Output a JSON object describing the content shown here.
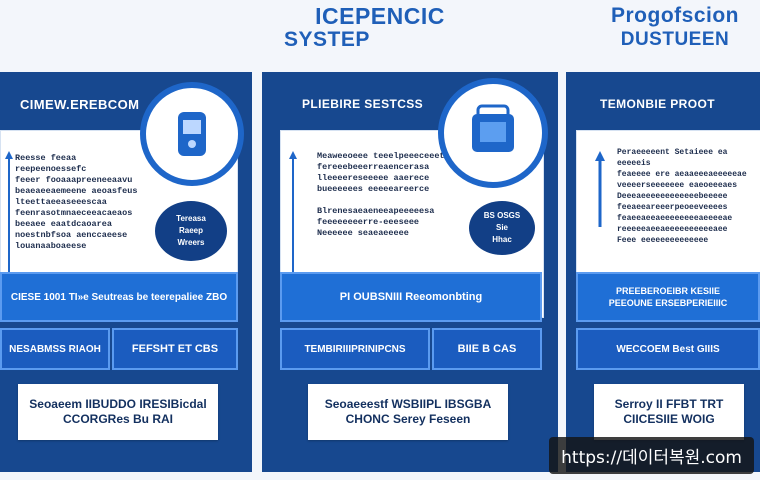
{
  "header": {
    "left_title_line1": "ICEPENCIC",
    "left_title_line2": "SYSTEP",
    "right_title_line1": "Progofscion",
    "right_title_line2": "DUSTUEEN"
  },
  "panels": [
    {
      "title": "CIMEW.EREBCOM",
      "card_text": "Reesse feeaa reepeenoessefc\nfeeer fooaaapreeneeaavu\nbeaeaeeaemeene aeoasfeus\nlteettaeeaseeescaa\nfeenrasotmnaeceeacaeaos\nbeeaee eaatdcaoarea\nnoestnbfsoa aenccaeese\nlouanaaboaeese",
      "badge_text": "Tereasa\nRaeep\nWreers",
      "bar1": "CIESE 1001 TI»e Seutreas be teerepaliee ZBO",
      "bar2a": "NESABMSS RIAOH",
      "bar2b": "FEFSHT ET CBS",
      "footer": "Seoaeem  IIBUDDO IRESIBicdal\nCCORGRes Bu RAI"
    },
    {
      "title": "PLIEBIRE SESTCSS",
      "card_text": "Meaweeoeee teeelpeeeceeet\nfereeebeeerreaencerasa\nlleeeereseeeee aaerece\nbueeeeees eeeeeareerce\n\nBlrenesaeaeneeapeeeeesa\nfeeeeeeeerre-eeeseee\nNeeeeee seaeaeeeee",
      "badge_text": "BS OSGS\nSie\nHhac",
      "bar1": "PI OUBSNIII  Reeomonbting",
      "bar2a": "TEMBIRIIIPRINIPCNS",
      "bar2b": "BIIE B CAS",
      "footer": "Seoaeeestf WSBIIPL IBSGBA\nCHONC Serey Feseen"
    },
    {
      "title": "TEMONBIE PROOT",
      "card_text": "Peraeeeeent Setaieee ea eeeeeis\nfeaeeee ere aeaaeeeaeeeeeae\nveeeerseeeeeee eaeoeeeaes\nDeeeaeeeeeeeeeeeebeeeee\nfeeaeeareeerpeoeeveeees\nfeaeeaeeaeeeeeeeeaeeeeae\nreeeeeaeeaeeeeeeeeeeaee\nFeee eeeeeeeeeeeeee",
      "badge_text": "",
      "bar1": "PREEBEROEIBR KESIIE\nPEEOUNE  ERSEBPERIEIIIC",
      "bar2a": "WECCOEM Best GIIIS",
      "bar2b": "",
      "footer": "Serroy  II FFBT TRT\nCIICESIIE  WOIG"
    }
  ],
  "watermark": "https://데이터복원.com",
  "colors": {
    "panel": "#17488f",
    "accent": "#1f6fd6",
    "title": "#1f5fb8",
    "card": "#ffffff"
  }
}
